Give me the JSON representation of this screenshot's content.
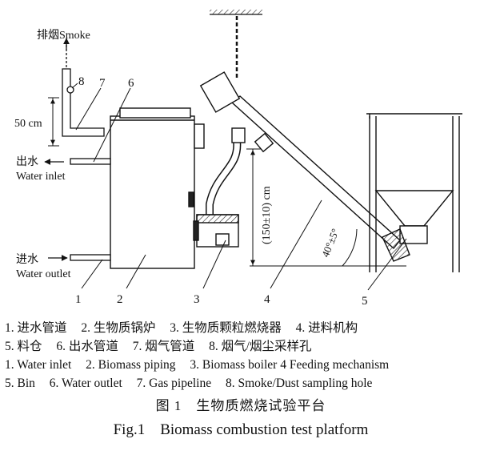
{
  "labels": {
    "smoke": "排烟Smoke",
    "height_50": "50 cm",
    "outlet_cn": "出水",
    "outlet_en": "Water inlet",
    "inlet_cn": "进水",
    "inlet_en": "Water outlet",
    "height_150": "(150±10) cm",
    "angle": "40°±5°"
  },
  "callouts": [
    "1",
    "2",
    "3",
    "4",
    "5",
    "6",
    "7",
    "8"
  ],
  "legend_cn": {
    "row1": [
      "1. 进水管道",
      "2. 生物质锅炉",
      "3. 生物质颗粒燃烧器",
      "4. 进料机构"
    ],
    "row2": [
      "5. 料仓",
      "6. 出水管道",
      "7. 烟气管道",
      "8. 烟气/烟尘采样孔"
    ]
  },
  "legend_en": {
    "row1": [
      "1. Water inlet",
      "2. Biomass piping",
      "3. Biomass boiler 4 Feeding mechanism"
    ],
    "row2": [
      "5. Bin",
      "6. Water outlet",
      "7. Gas pipeline",
      "8. Smoke/Dust sampling hole"
    ]
  },
  "caption_cn": "图 1　生物质燃烧试验平台",
  "caption_en": "Fig.1　Biomass combustion test platform"
}
